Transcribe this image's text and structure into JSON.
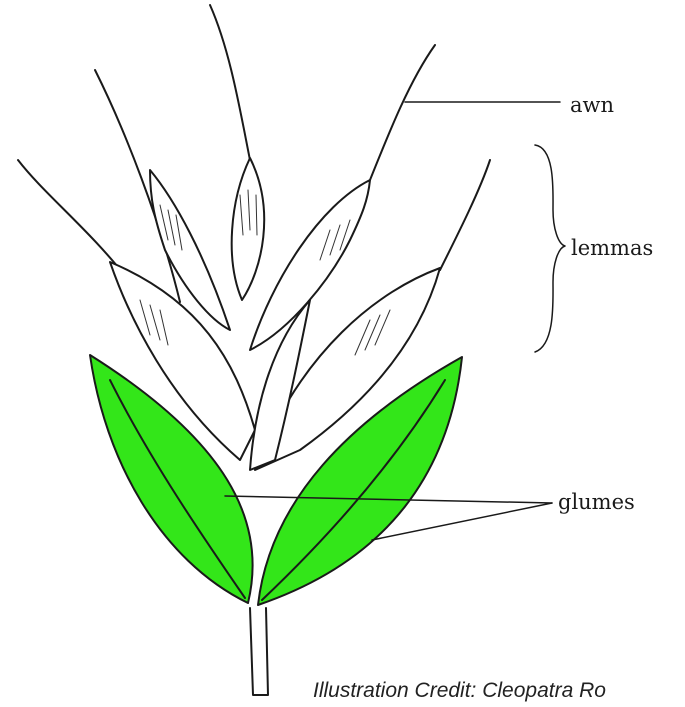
{
  "labels": {
    "awn": "awn",
    "lemmas": "lemmas",
    "glumes": "glumes"
  },
  "credit": "Illustration Credit: Cleopatra Ro",
  "colors": {
    "glume_fill": "#33e619",
    "ink": "#1a1a1a",
    "background": "#ffffff"
  }
}
